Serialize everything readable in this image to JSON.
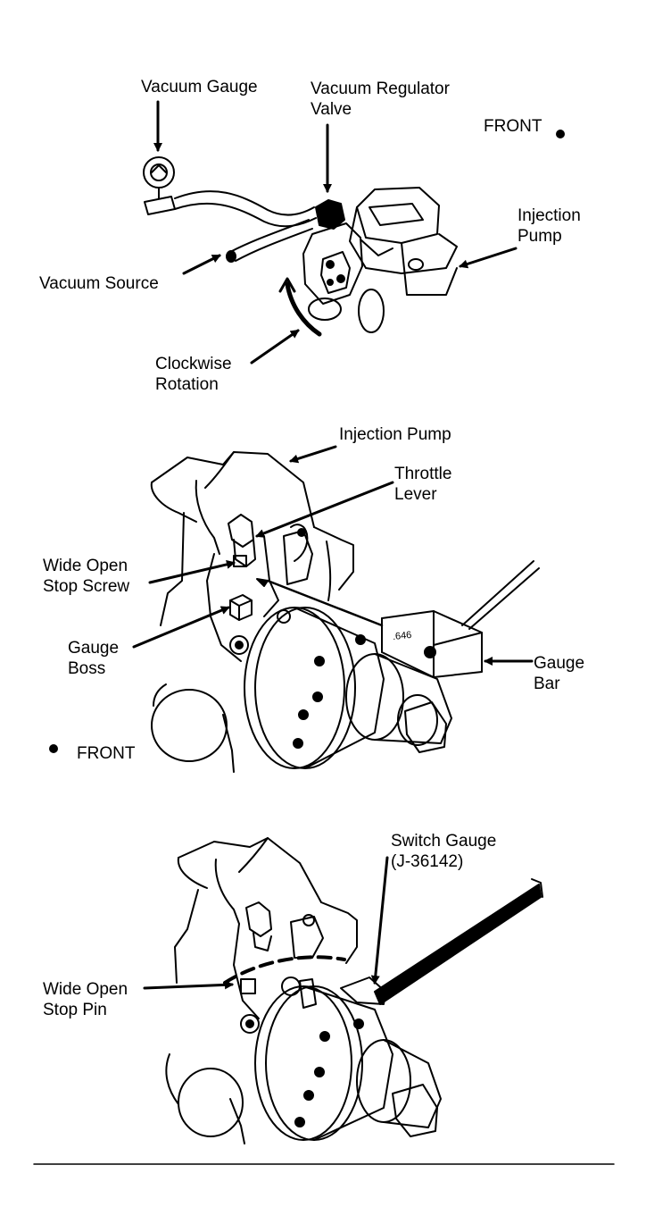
{
  "panel1": {
    "labels": {
      "vacuum_gauge": "Vacuum Gauge",
      "vacuum_regulator_valve_1": "Vacuum Regulator",
      "vacuum_regulator_valve_2": "Valve",
      "front": "FRONT",
      "injection_pump_1": "Injection",
      "injection_pump_2": "Pump",
      "vacuum_source": "Vacuum Source",
      "clockwise_rotation_1": "Clockwise",
      "clockwise_rotation_2": "Rotation"
    }
  },
  "panel2": {
    "labels": {
      "injection_pump": "Injection Pump",
      "throttle_lever_1": "Throttle",
      "throttle_lever_2": "Lever",
      "wide_open_stop_screw_1": "Wide Open",
      "wide_open_stop_screw_2": "Stop Screw",
      "gauge_boss_1": "Gauge",
      "gauge_boss_2": "Boss",
      "gauge_bar_1": "Gauge",
      "gauge_bar_2": "Bar",
      "gauge_bar_marking": ".646",
      "front": "FRONT"
    }
  },
  "panel3": {
    "labels": {
      "switch_gauge_1": "Switch Gauge",
      "switch_gauge_2": "(J-36142)",
      "wide_open_stop_pin_1": "Wide Open",
      "wide_open_stop_pin_2": "Stop Pin"
    }
  },
  "colors": {
    "ink": "#000000",
    "paper": "#ffffff"
  }
}
